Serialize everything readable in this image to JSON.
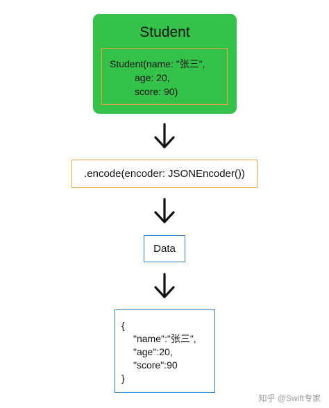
{
  "student": {
    "title": "Student",
    "lines": [
      "Student(name: \"张三\",",
      "age: 20,",
      "score: 90)"
    ]
  },
  "encode": {
    "label": ".encode(encoder: JSONEncoder())"
  },
  "data": {
    "label": "Data"
  },
  "json": {
    "lines": [
      "{",
      "\"name\":\"张三\",",
      "\"age\":20,",
      "\"score\":90",
      "}"
    ]
  },
  "watermark": "知乎 @Swift专家",
  "colors": {
    "student_fill": "#35c24a",
    "orange_border": "#f0a431",
    "blue_border": "#2a80c7",
    "arrow": "#111111"
  },
  "icons": [
    "arrow-down-icon",
    "arrow-down-icon",
    "arrow-down-icon"
  ]
}
